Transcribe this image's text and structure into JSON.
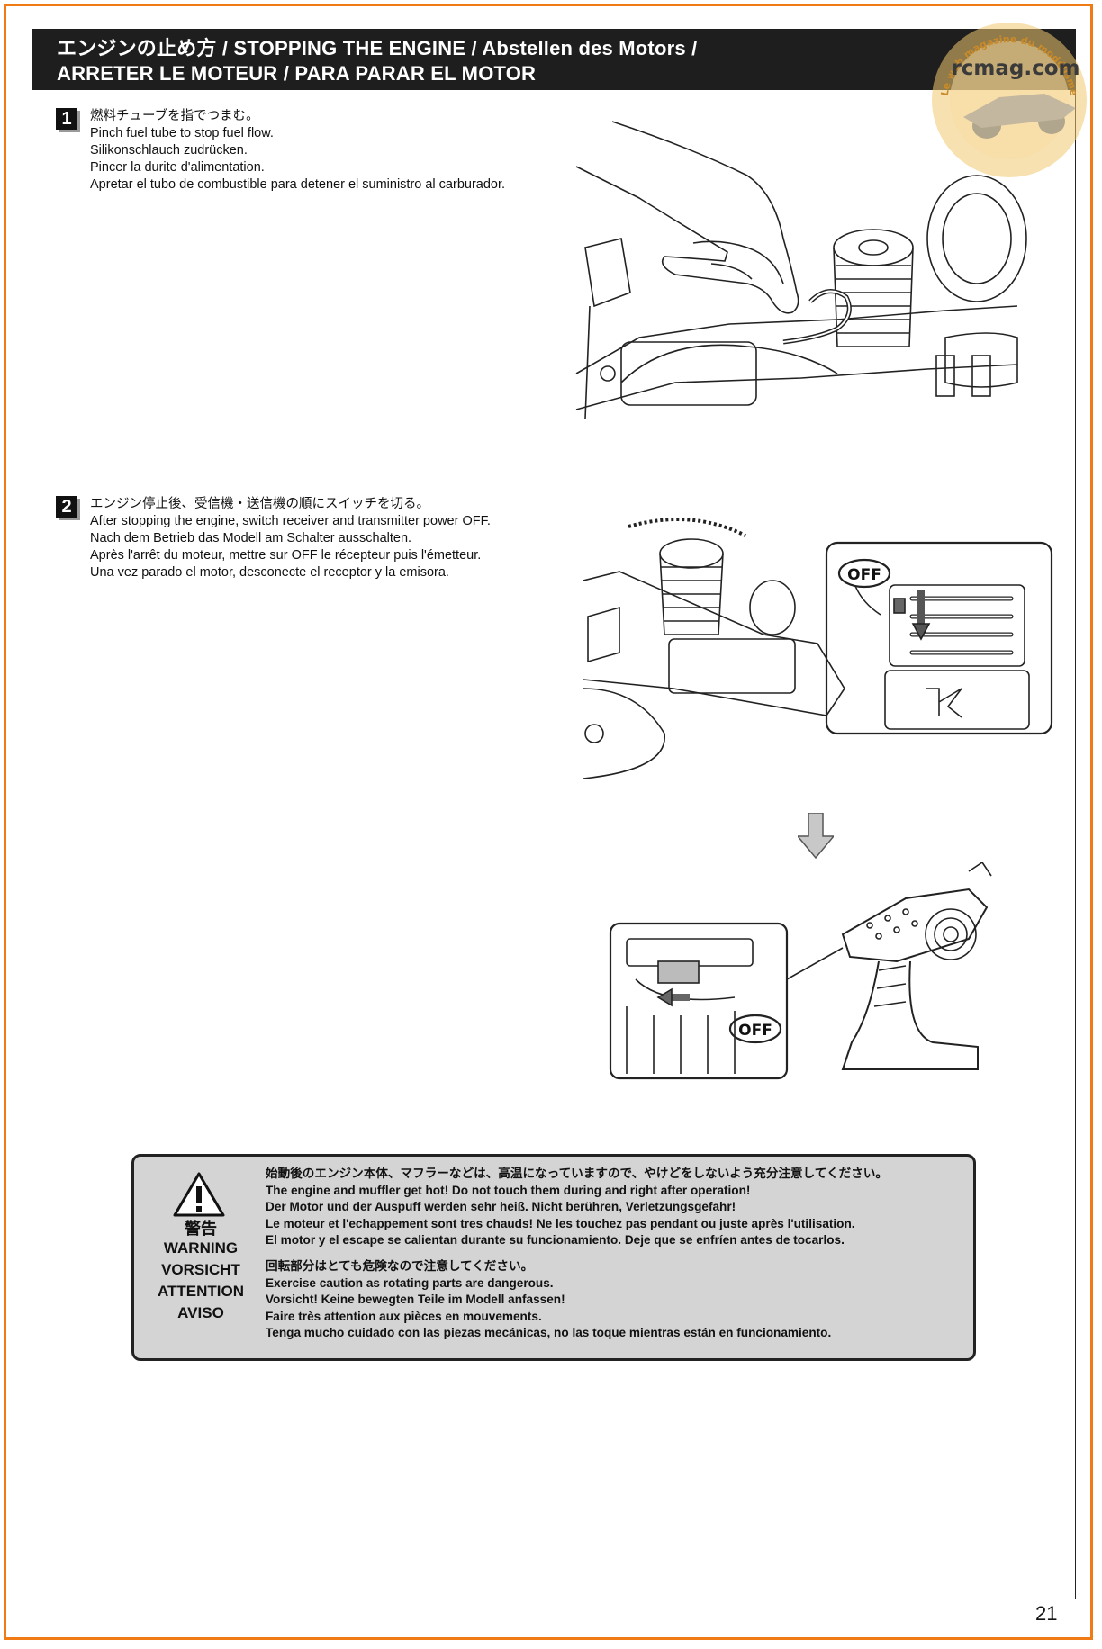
{
  "header": {
    "title_line1": "エンジンの止め方 / STOPPING THE ENGINE / Abstellen des Motors /",
    "title_line2": "ARRETER LE MOTEUR / PARA PARAR EL MOTOR"
  },
  "watermark": {
    "brand": "rcmag.com",
    "tagline": "Le web magazine du modélisme"
  },
  "step1": {
    "number": "1",
    "lines": [
      "燃料チューブを指でつまむ。",
      "Pinch fuel tube to stop fuel flow.",
      "Silikonschlauch zudrücken.",
      "Pincer la durite d'alimentation.",
      "Apretar el tubo de combustible para detener el suministro al carburador."
    ]
  },
  "step2": {
    "number": "2",
    "lines": [
      "エンジン停止後、受信機・送信機の順にスイッチを切る。",
      "After stopping the engine, switch receiver and transmitter power OFF.",
      "Nach dem Betrieb das Modell am Schalter ausschalten.",
      "Après l'arrêt du moteur, mettre sur OFF le récepteur puis l'émetteur.",
      "Una vez parado el motor, desconecte el receptor y la emisora."
    ],
    "receiver_label": "OFF",
    "transmitter_label": "OFF"
  },
  "warning": {
    "jp_label": "警告",
    "labels": [
      "WARNING",
      "VORSICHT",
      "ATTENTION",
      "AVISO"
    ],
    "group1": [
      "始動後のエンジン本体、マフラーなどは、高温になっていますので、やけどをしないよう充分注意してください。",
      "The engine and muffler get hot!  Do not touch them during and right after operation!",
      "Der Motor und der Auspuff werden sehr heiß. Nicht berühren, Verletzungsgefahr!",
      "Le moteur et l'echappement sont tres chauds! Ne les touchez pas pendant ou juste après l'utilisation.",
      "El motor y el escape se calientan durante su funcionamiento. Deje que se enfríen antes de tocarlos."
    ],
    "group2": [
      "回転部分はとても危険なので注意してください。",
      "Exercise caution as rotating parts are dangerous.",
      "Vorsicht! Keine bewegten Teile im Modell anfassen!",
      "Faire très attention aux pièces en mouvements.",
      "Tenga mucho cuidado con las piezas mecánicas, no las toque mientras están en funcionamiento."
    ]
  },
  "page_number": "21"
}
